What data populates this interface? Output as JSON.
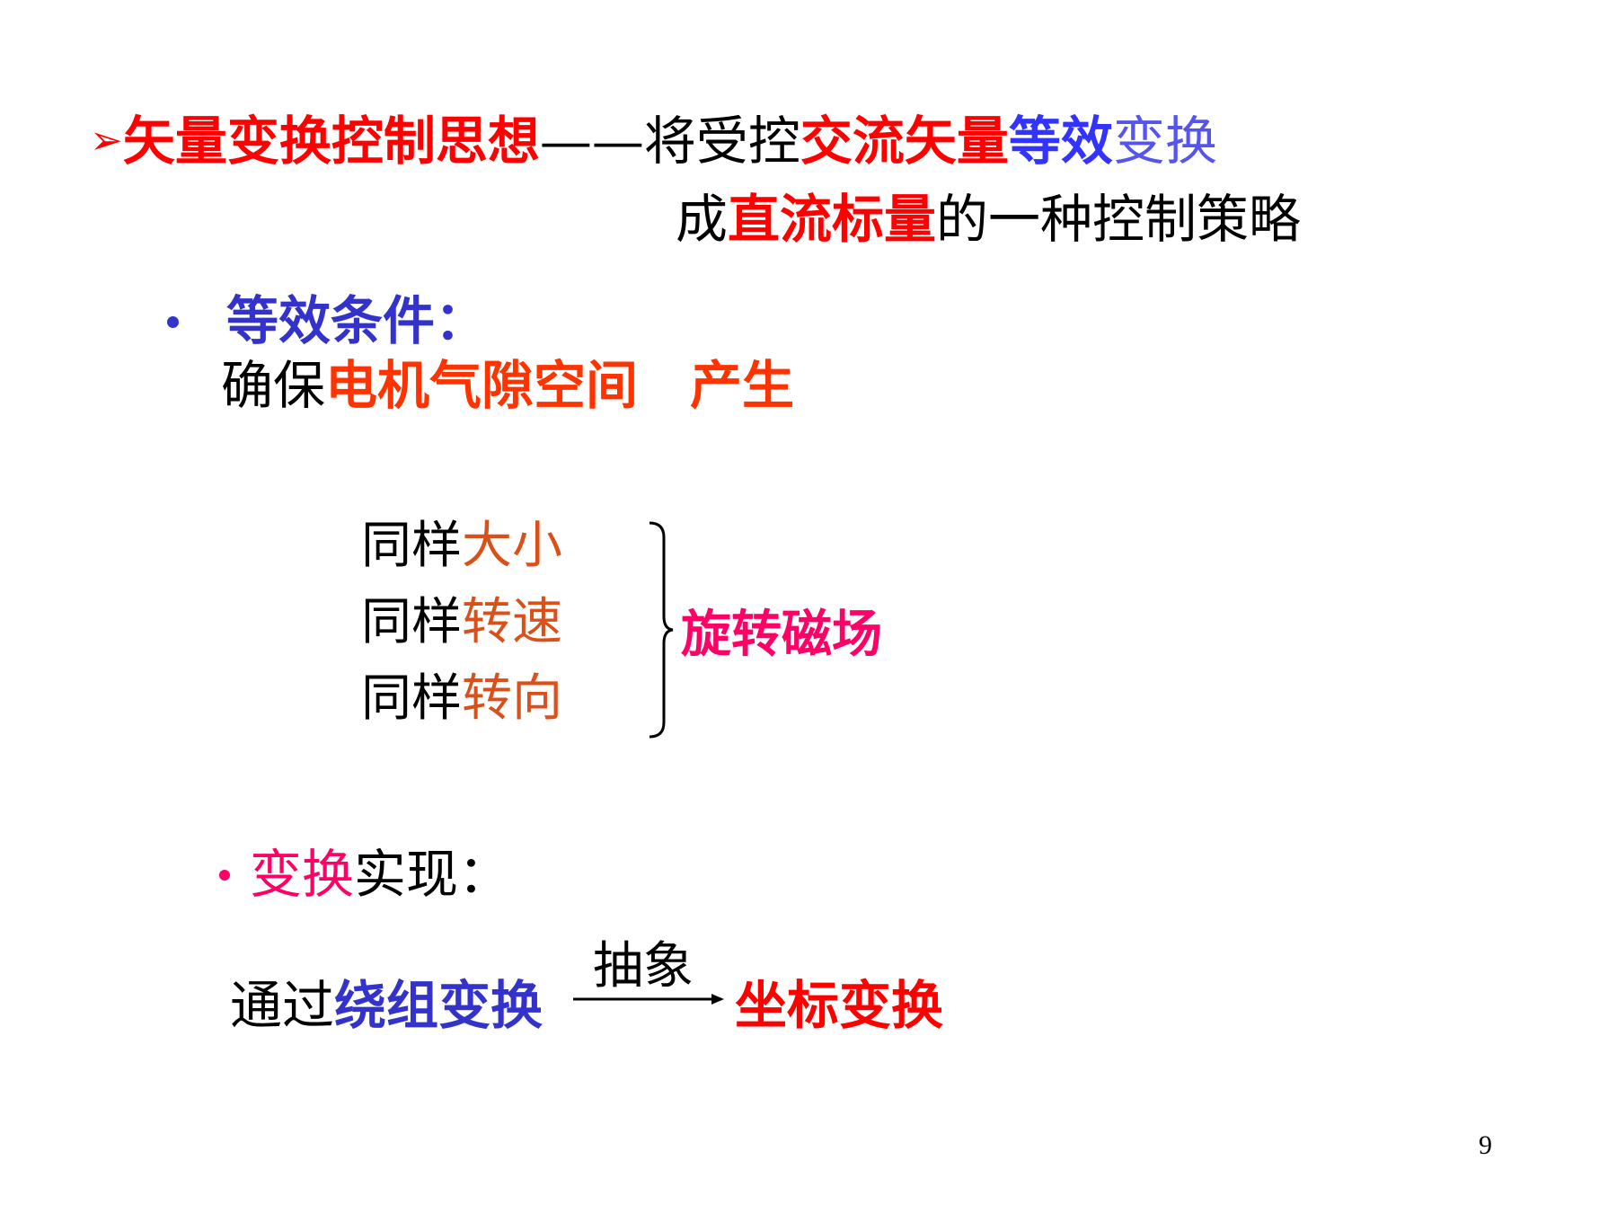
{
  "title": {
    "marker": "➢",
    "heading": "矢量变换控制思想",
    "dash": "——",
    "part1": "将受控",
    "part2": "交流矢量",
    "part3": "等效",
    "part4": "变换",
    "line2_part1": "成",
    "line2_part2": "直流标量",
    "line2_part3": "的一种控制策略"
  },
  "condition": {
    "label": "等效条件：",
    "text_prefix": "确保",
    "text_highlight": "电机气隙空间",
    "text_suffix": "产生",
    "items": [
      {
        "prefix": "同样",
        "value": "大小"
      },
      {
        "prefix": "同样",
        "value": "转速"
      },
      {
        "prefix": "同样",
        "value": "转向"
      }
    ],
    "result": "旋转磁场"
  },
  "implementation": {
    "label_highlight": "变换",
    "label_suffix": "实现：",
    "from_prefix": "通过",
    "from_highlight": "绕组变换",
    "arrow_label": "抽象",
    "to": "坐标变换"
  },
  "page_number": "9",
  "colors": {
    "red": "#ff0000",
    "blue": "#3333ff",
    "orange_red": "#ff3300",
    "orange": "#d9501a",
    "magenta": "#ff0066"
  }
}
